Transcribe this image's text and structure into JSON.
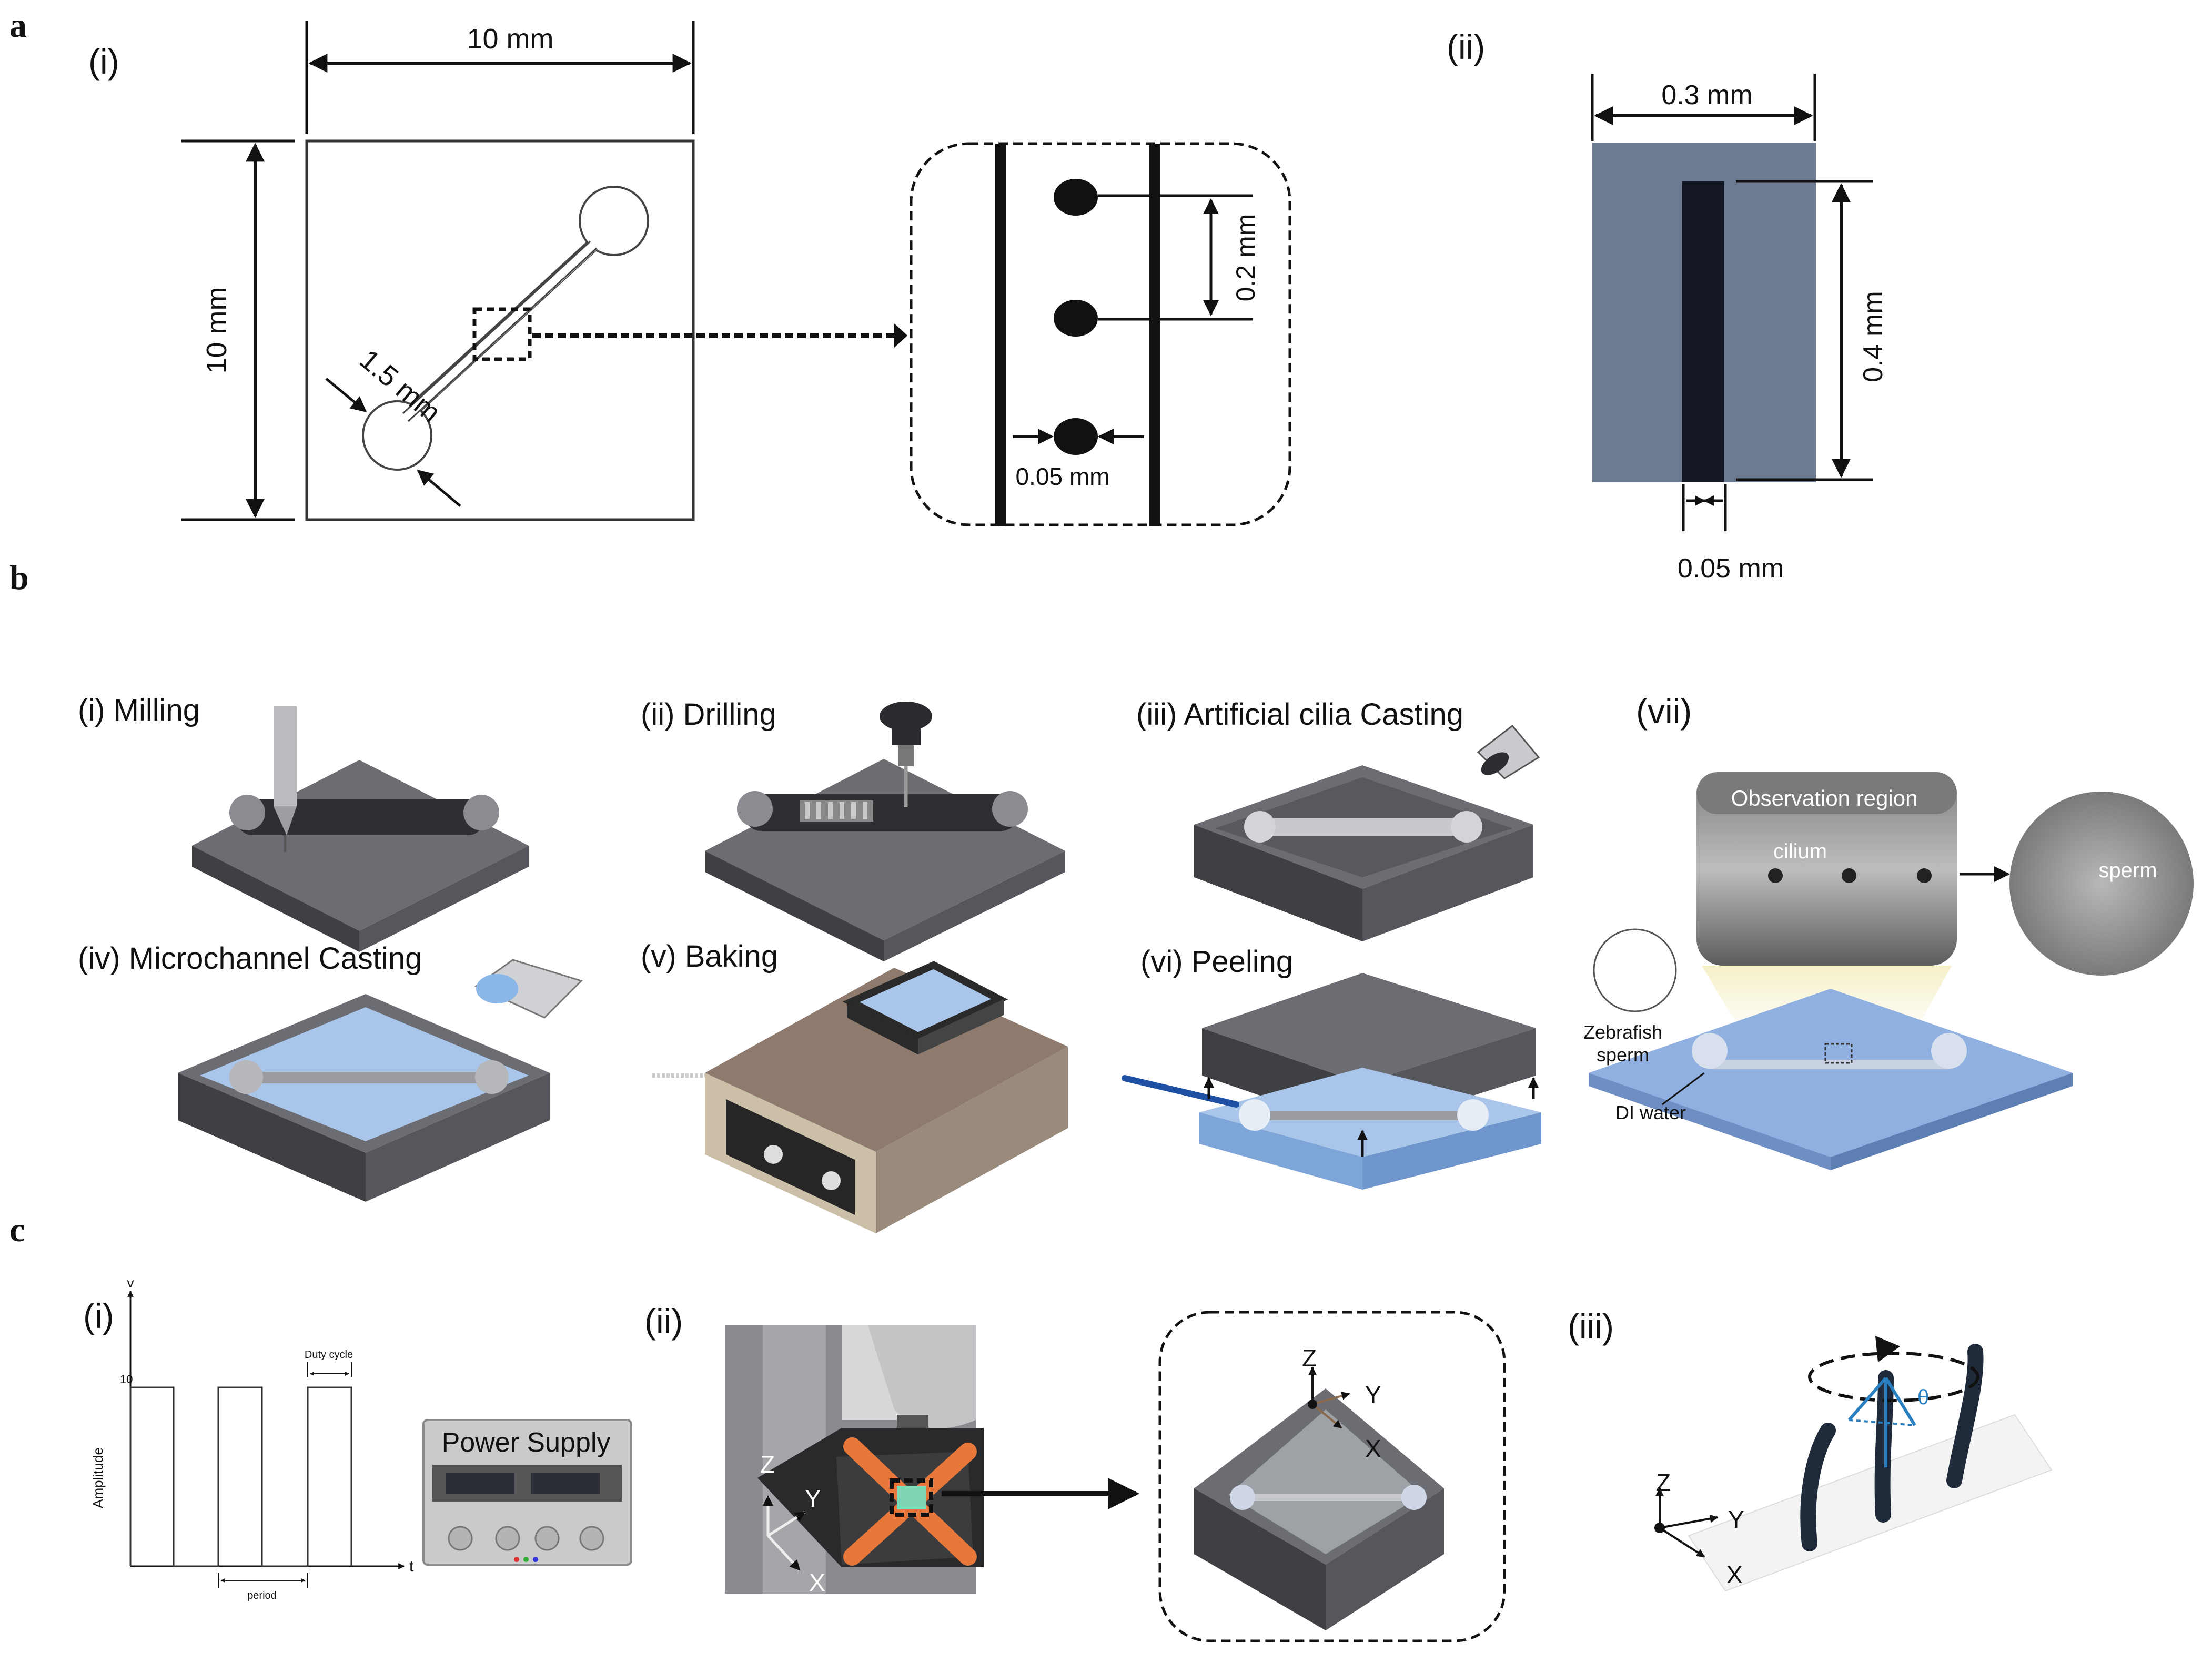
{
  "panel_a": {
    "letter": "a",
    "i": {
      "label": "(i)",
      "width_label": "10 mm",
      "height_label": "10 mm",
      "reservoir_label": "1.5 mm",
      "spacing_label": "0.2 mm",
      "cilium_label": "0.05 mm"
    },
    "ii": {
      "label": "(ii)",
      "width_label": "0.3 mm",
      "height_label": "0.4 mm",
      "cilium_label": "0.05 mm"
    }
  },
  "panel_b": {
    "letter": "b",
    "steps": {
      "i": "(i) Milling",
      "ii": "(ii) Drilling",
      "iii": "(iii) Artificial cilia Casting",
      "iv": "(iv) Microchannel Casting",
      "v": "(v) Baking",
      "vi": "(vi) Peeling",
      "vii": "(vii)"
    },
    "vii": {
      "observation_title": "Observation region",
      "cilium_label": "cilium",
      "sperm_label": "sperm",
      "zebrafish_label_1": "Zebrafish",
      "zebrafish_label_2": "sperm",
      "water_label": "DI water"
    }
  },
  "panel_c": {
    "letter": "c",
    "i": {
      "label": "(i)",
      "y_axis": "v",
      "x_axis": "t",
      "amplitude_label": "Amplitude",
      "amplitude_value": "10",
      "duty_cycle_label": "Duty cycle",
      "period_label": "period",
      "power_supply": "Power Supply"
    },
    "ii": {
      "label": "(ii)",
      "axis_z": "Z",
      "axis_y": "Y",
      "axis_x": "X"
    },
    "iii": {
      "label": "(iii)",
      "axis_z": "Z",
      "axis_y": "Y",
      "axis_x": "X",
      "angle": "θ"
    }
  },
  "colors": {
    "steel": "#6b6d72",
    "steel_dark": "#3f4044",
    "steel_light": "#a4a6aa",
    "pdms_blue": "#a9c6ea",
    "chip_gray": "#6d7b92",
    "orange": "#e8773a",
    "cilium_blue": "#2a7fc1"
  }
}
